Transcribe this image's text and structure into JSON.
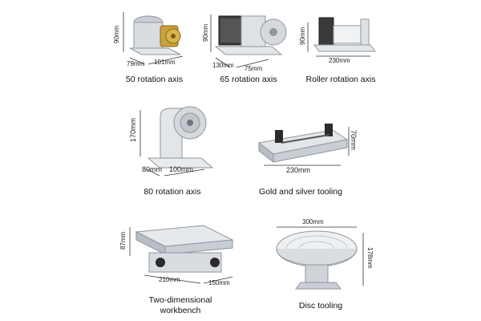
{
  "products": [
    {
      "id": "p50",
      "title": "50 rotation axis",
      "dims": {
        "height": "90mm",
        "width": "79mm",
        "depth": "101mm"
      }
    },
    {
      "id": "p65",
      "title": "65 rotation axis",
      "dims": {
        "height": "90mm",
        "width": "130mm",
        "depth": "75mm"
      }
    },
    {
      "id": "roller",
      "title": "Roller rotation axis",
      "dims": {
        "height": "90mm",
        "width": "230mm"
      }
    },
    {
      "id": "p80",
      "title": "80 rotation axis",
      "dims": {
        "height": "170mm",
        "width": "80mm",
        "depth": "100mm"
      }
    },
    {
      "id": "gold",
      "title": "Gold and silver tooling",
      "dims": {
        "height": "70mm",
        "width": "230mm"
      }
    },
    {
      "id": "bench",
      "title_line1": "Two-dimensional",
      "title_line2": "workbench",
      "dims": {
        "height": "87mm",
        "width": "210mm",
        "depth": "150mm"
      }
    },
    {
      "id": "disc",
      "title": "Disc tooling",
      "dims": {
        "diameter": "300mm",
        "height": "178mm"
      }
    }
  ],
  "colors": {
    "metal": "#d9dde1",
    "metal_dark": "#a9b0b7",
    "brass": "#c9a13a",
    "dark": "#2b2b2b"
  }
}
